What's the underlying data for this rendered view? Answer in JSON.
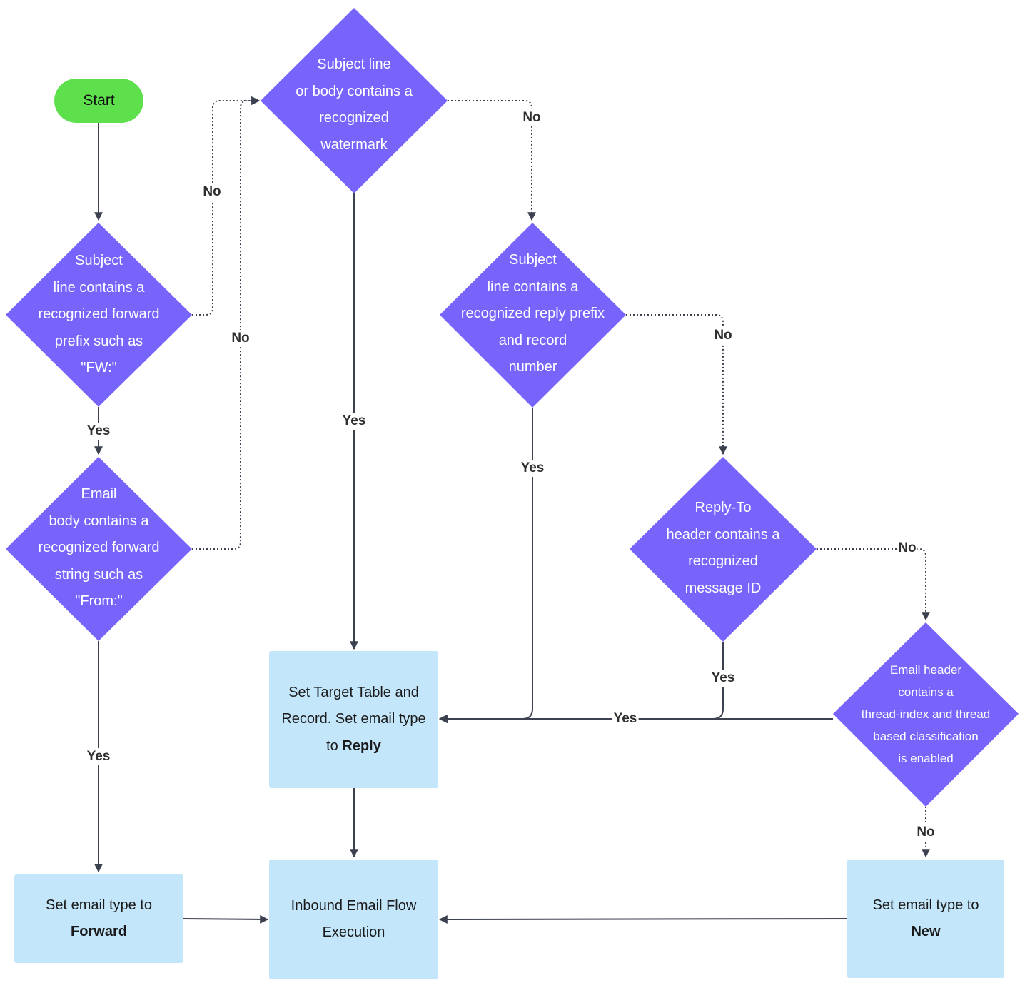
{
  "nodes": {
    "start": {
      "text": "Start"
    },
    "d_subject_fwd": {
      "lines": [
        "Subject",
        "line contains a",
        "recognized forward",
        "prefix such as",
        "\"FW:\""
      ]
    },
    "d_body_fwd": {
      "lines": [
        "Email",
        "body contains a",
        "recognized forward",
        "string such as",
        "\"From:\""
      ]
    },
    "d_watermark": {
      "lines": [
        "Subject line",
        "or body contains a",
        "recognized",
        "watermark"
      ]
    },
    "d_reply_prefix": {
      "lines": [
        "Subject",
        "line contains a",
        "recognized reply prefix",
        "and record",
        "number"
      ]
    },
    "d_reply_to": {
      "lines": [
        "Reply-To",
        "header contains a",
        "recognized",
        "message ID"
      ]
    },
    "d_thread_index": {
      "lines": [
        "Email header",
        "contains a",
        "thread-index and thread",
        "based classification",
        "is enabled"
      ]
    },
    "box_reply": {
      "lines": [
        "Set Target Table and",
        "Record. Set email type"
      ],
      "prefix": "to ",
      "bold": "Reply"
    },
    "box_forward": {
      "line1": "Set email type to",
      "bold": "Forward"
    },
    "box_inbound": {
      "lines": [
        "Inbound Email Flow",
        "Execution"
      ]
    },
    "box_new": {
      "line1": "Set email type to",
      "bold": "New"
    }
  },
  "edge_labels": {
    "subject_fwd_no": "No",
    "subject_fwd_yes": "Yes",
    "body_fwd_no": "No",
    "body_fwd_yes": "Yes",
    "watermark_no": "No",
    "watermark_yes": "Yes",
    "reply_prefix_no": "No",
    "reply_prefix_yes": "Yes",
    "reply_to_no": "No",
    "reply_to_yes": "Yes",
    "thread_index_yes": "Yes",
    "thread_index_no": "No"
  },
  "colors": {
    "decision": "#7765fb",
    "terminal": "#5ee04c",
    "process": "#c4e6fb",
    "edge": "#3c4150"
  }
}
